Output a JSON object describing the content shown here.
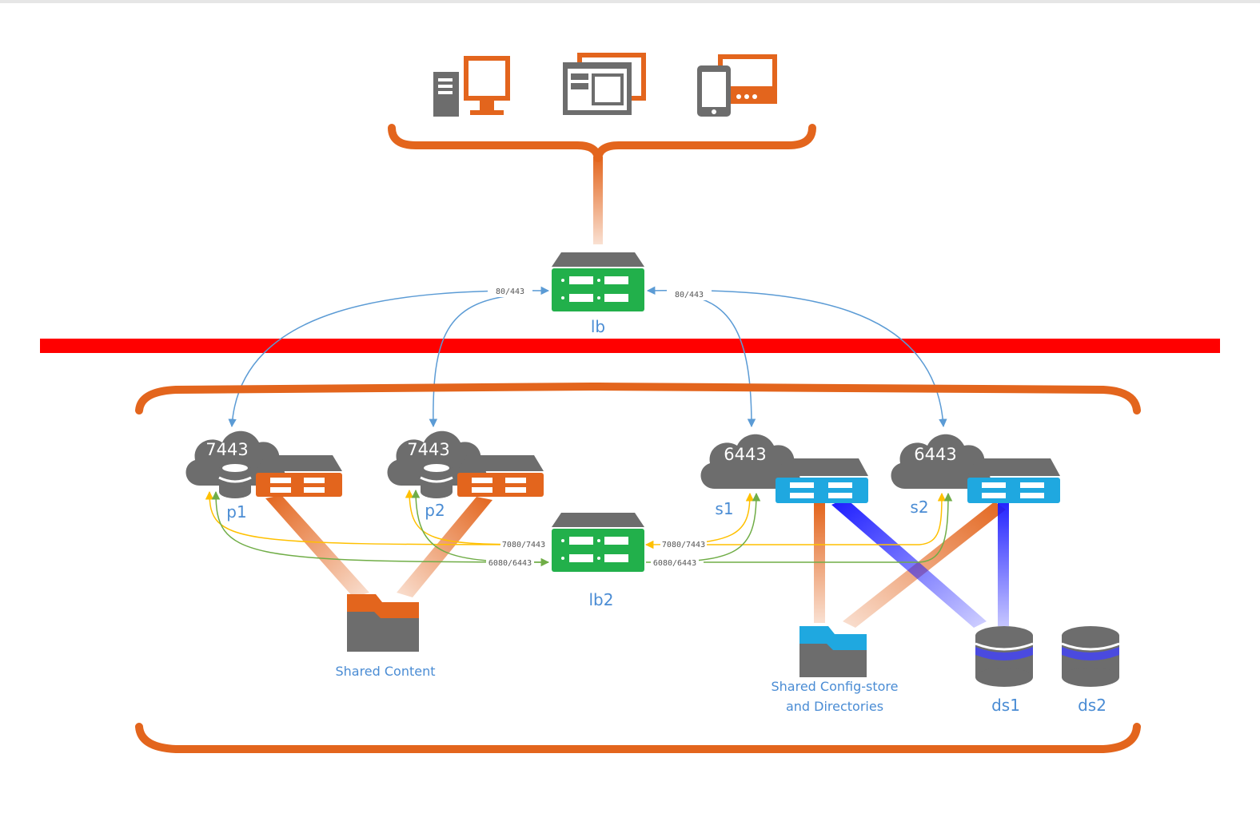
{
  "nodes": {
    "lb": "lb",
    "lb2": "lb2",
    "p1": "p1",
    "p2": "p2",
    "s1": "s1",
    "s2": "s2",
    "ds1": "ds1",
    "ds2": "ds2"
  },
  "clouds": {
    "p1": "7443",
    "p2": "7443",
    "s1": "6443",
    "s2": "6443"
  },
  "ports": {
    "lb_left": "80/443",
    "lb_right": "80/443",
    "lb2_yellow_left": "7080/7443",
    "lb2_yellow_right": "7080/7443",
    "lb2_green_left": "6080/6443",
    "lb2_green_right": "6080/6443"
  },
  "shared": {
    "content": "Shared Content",
    "config_line1": "Shared Config-store",
    "config_line2": "and Directories"
  },
  "icons": [
    "desktop-computer-icon",
    "tablet-monitor-icon",
    "mobile-devices-icon",
    "load-balancer-icon",
    "server-icon",
    "cloud-icon",
    "database-icon",
    "folder-icon",
    "firewall-icon"
  ],
  "colors": {
    "orange": "#e3651d",
    "firewall": "#ff0000",
    "green": "#22b04b",
    "cyan": "#1fa8e0",
    "blue_link": "#1a1aff",
    "arrow_blue": "#5b9bd5",
    "arrow_yellow": "#ffc000",
    "arrow_green": "#70ad47",
    "gray": "#6d6d6d"
  }
}
